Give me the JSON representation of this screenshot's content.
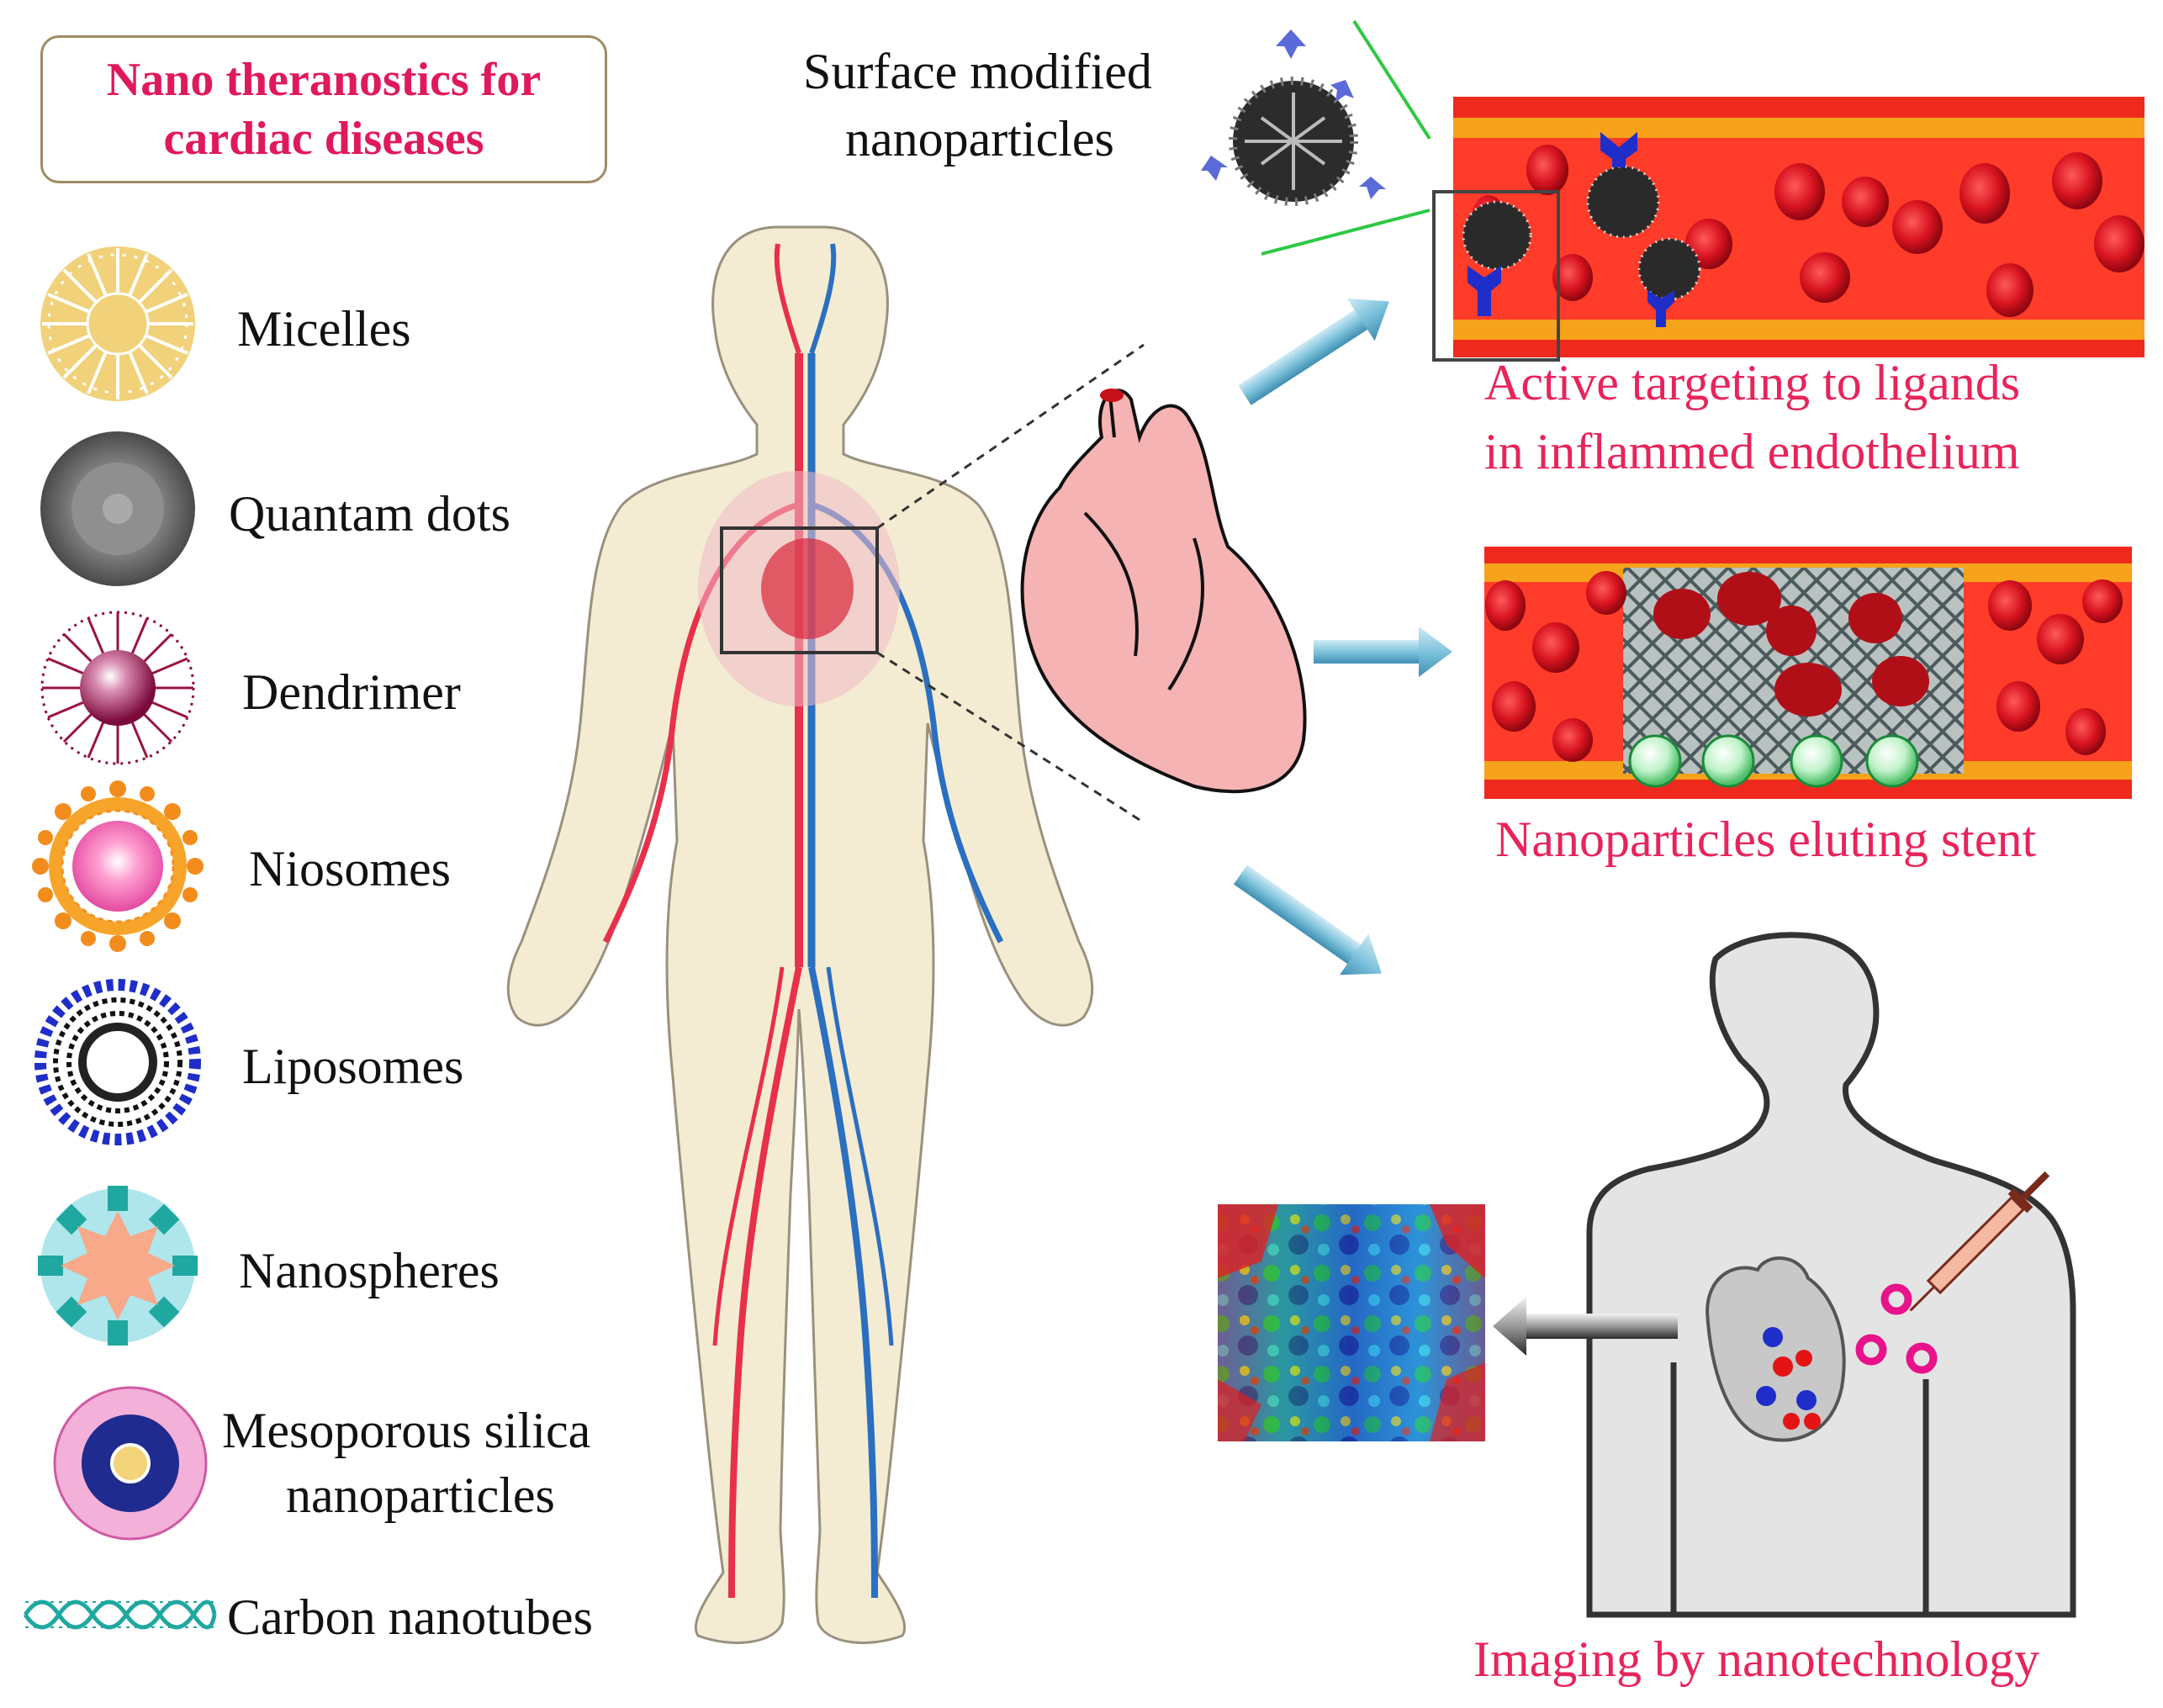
{
  "title": "Nano theranostics for\ncardiac diseases",
  "nanocarriers": [
    {
      "label": "Micelles",
      "icon": "micelle-icon"
    },
    {
      "label": "Quantam dots",
      "icon": "quantum-dot-icon"
    },
    {
      "label": "Dendrimer",
      "icon": "dendrimer-icon"
    },
    {
      "label": "Niosomes",
      "icon": "niosome-icon"
    },
    {
      "label": "Liposomes",
      "icon": "liposome-icon"
    },
    {
      "label": "Nanospheres",
      "icon": "nanosphere-icon"
    },
    {
      "label": "Mesoporous silica",
      "icon": "mesoporous-silica-icon"
    },
    {
      "label": "nanoparticles"
    },
    {
      "label": "Carbon nanotubes",
      "icon": "carbon-nanotube-icon"
    }
  ],
  "surface_label_line1": "Surface modified",
  "surface_label_line2": "nanoparticles",
  "panels": {
    "active_targeting_line1": "Active targeting to ligands",
    "active_targeting_line2": "in inflammed endothelium",
    "stent": "Nanoparticles eluting stent",
    "imaging": "Imaging by nanotechnology"
  },
  "colors": {
    "title": "#e0195e",
    "caption": "#e8245a",
    "vessel": "#ee2a1f",
    "vessel_border": "#f6a21a",
    "rbc": "#c5101a",
    "arrow": "#7fc3dc",
    "artery": "#e8304a",
    "vein": "#2a6fc0"
  }
}
